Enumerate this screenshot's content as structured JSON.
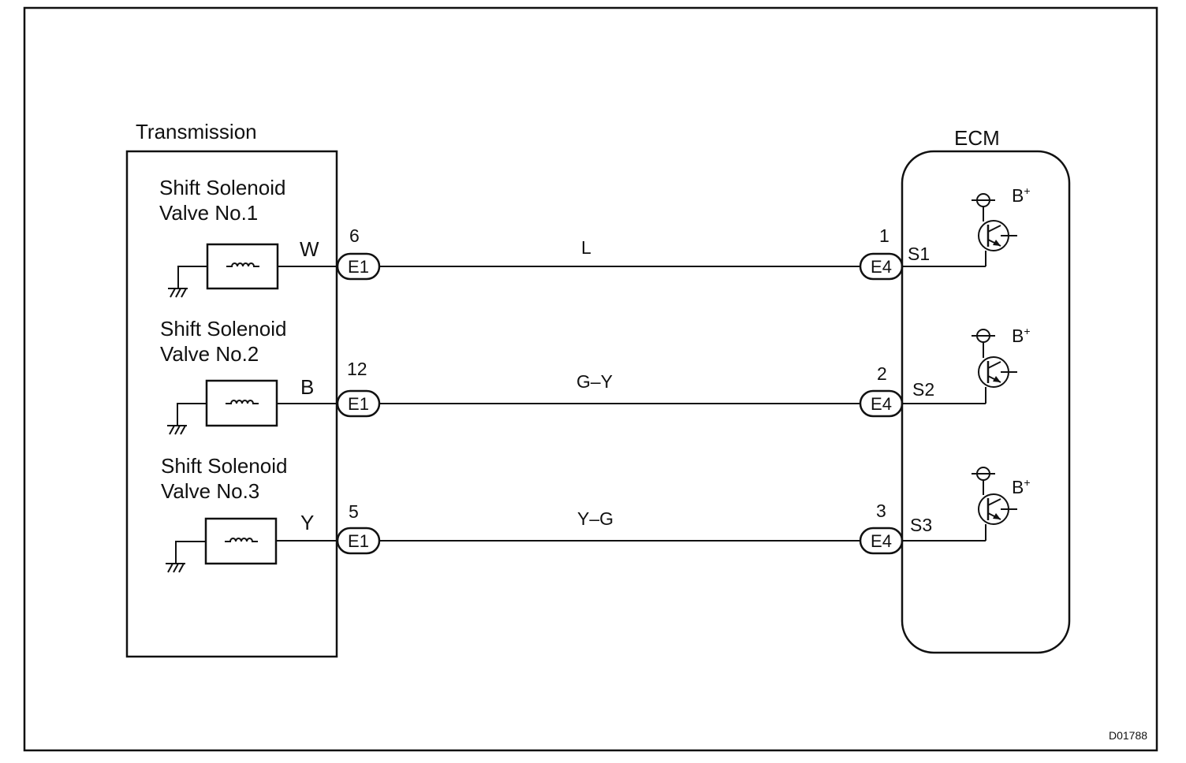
{
  "transmission": {
    "title": "Transmission",
    "solenoids": [
      {
        "name_line1": "Shift Solenoid",
        "name_line2": "Valve No.1",
        "wire_color": "W",
        "pin": "6",
        "connector": "E1"
      },
      {
        "name_line1": "Shift Solenoid",
        "name_line2": "Valve No.2",
        "wire_color": "B",
        "pin": "12",
        "connector": "E1"
      },
      {
        "name_line1": "Shift Solenoid",
        "name_line2": "Valve No.3",
        "wire_color": "Y",
        "pin": "5",
        "connector": "E1"
      }
    ]
  },
  "harness": {
    "wires": [
      {
        "color": "L"
      },
      {
        "color": "G–Y"
      },
      {
        "color": "Y–G"
      }
    ]
  },
  "ecm": {
    "title": "ECM",
    "terminals": [
      {
        "pin": "1",
        "connector": "E4",
        "signal": "S1",
        "supply": "B",
        "supply_sup": "+"
      },
      {
        "pin": "2",
        "connector": "E4",
        "signal": "S2",
        "supply": "B",
        "supply_sup": "+"
      },
      {
        "pin": "3",
        "connector": "E4",
        "signal": "S3",
        "supply": "B",
        "supply_sup": "+"
      }
    ]
  },
  "figure_code": "D01788"
}
